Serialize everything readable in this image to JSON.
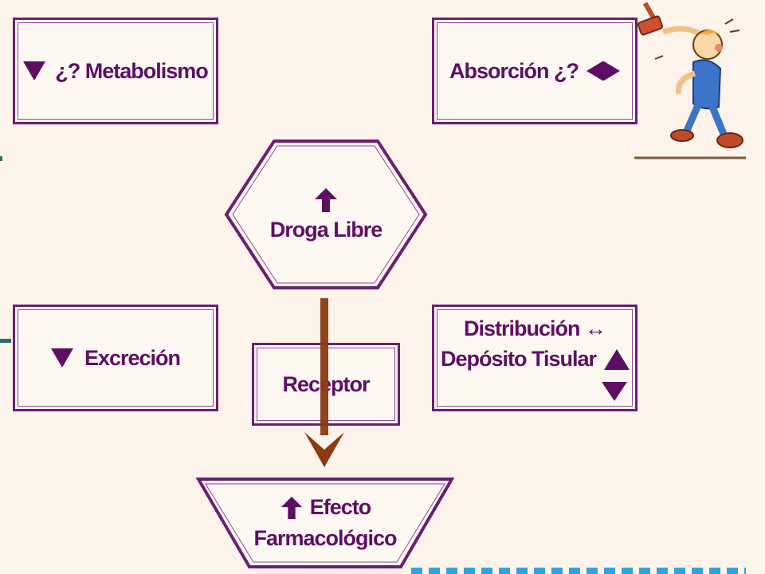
{
  "diagram": {
    "metabolismo": {
      "text": "¿? Metabolismo"
    },
    "absorcion": {
      "text": "Absorción ¿?"
    },
    "droga_libre": {
      "text": "Droga Libre"
    },
    "excrecion": {
      "text": "Excreción"
    },
    "distribucion": {
      "line1": "Distribución ↔",
      "line2": "Depósito Tisular"
    },
    "receptor": {
      "text": "Receptor"
    },
    "efecto": {
      "line1": "Efecto",
      "line2": "Farmacológico"
    }
  },
  "colors": {
    "background": "#fcf3ea",
    "border": "#6a1f6f",
    "text": "#5e0f63",
    "arrow": "#8b3a12",
    "teal_line": "#2f6b6b",
    "bottom_strip": "#2aa7e0"
  },
  "icons": {
    "down": "triangle-down-icon",
    "up": "arrow-up-icon",
    "left_right": "triangles-left-right-icon",
    "cartoon": "cartoon-man-with-hammer-icon"
  }
}
